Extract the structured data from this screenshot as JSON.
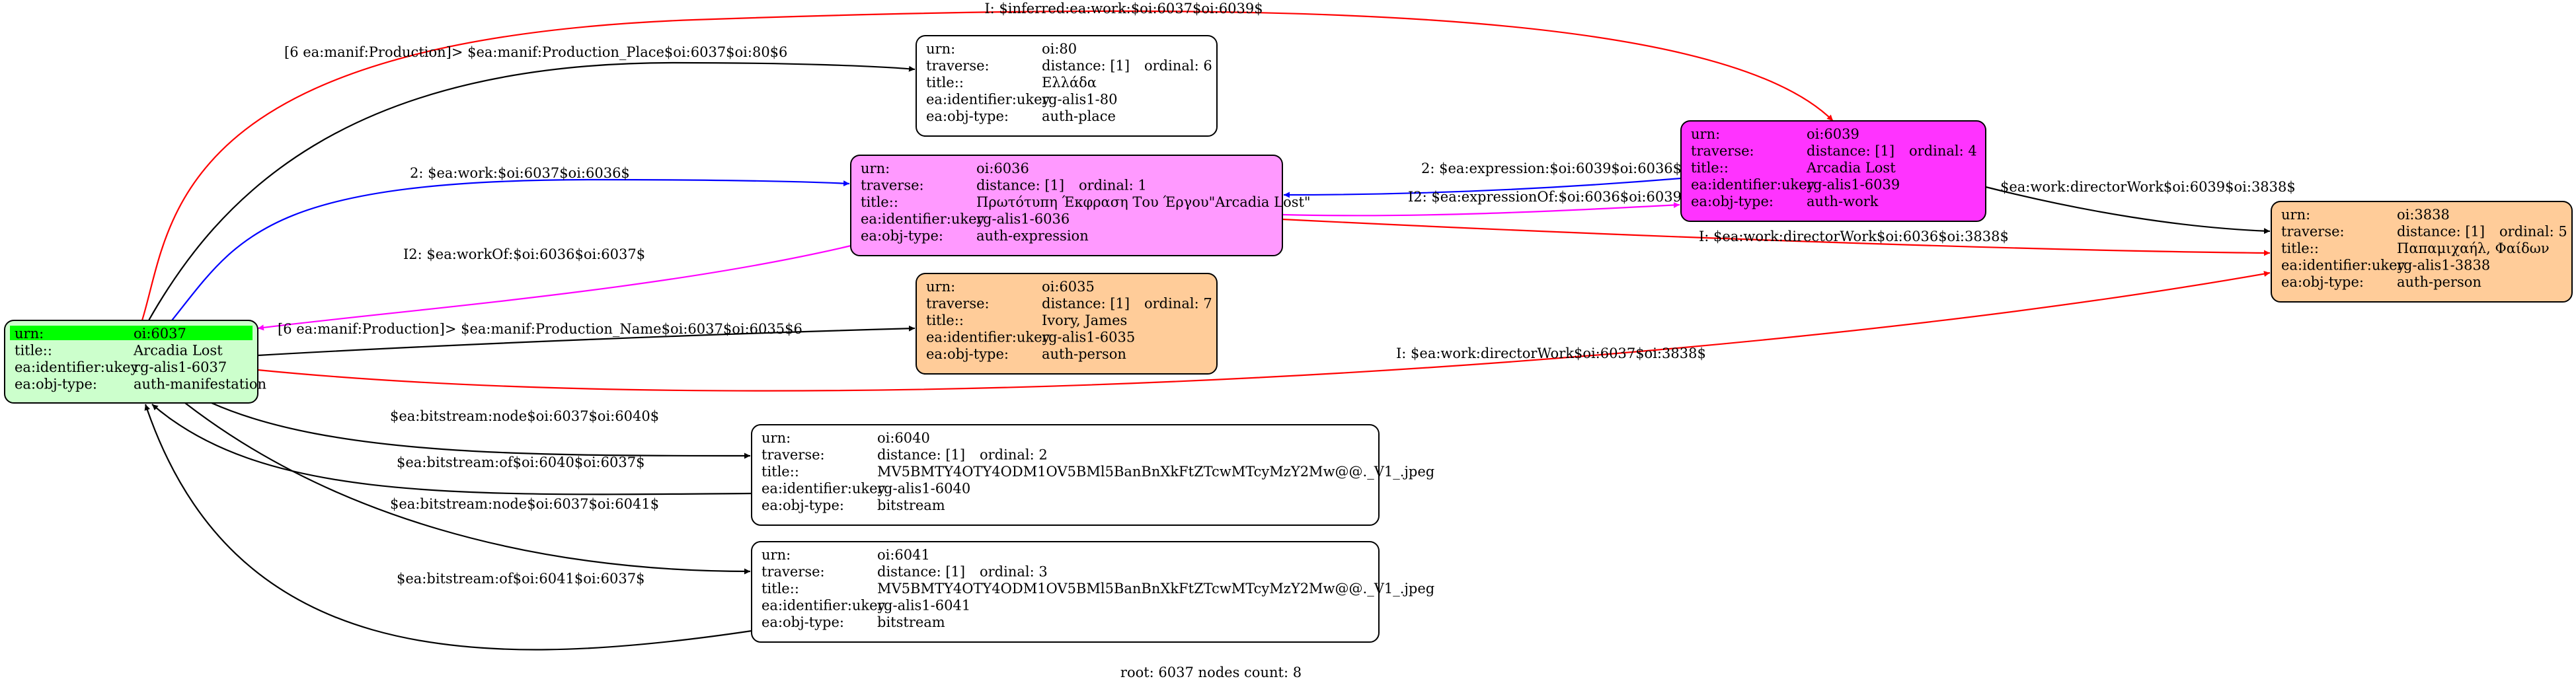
{
  "colors": {
    "default_edge": "#000000",
    "inferred_edge": "#ff0000",
    "expression_edge": "#0000ff",
    "inverse_expression_edge": "#ff00ff",
    "root_header": "#00ff00",
    "root_fill": "#ccffcc",
    "auth_work_fill": "#ff33ff",
    "auth_expression_fill": "#ff99ff",
    "auth_person_fill": "#ffcc99",
    "plain_fill": "#ffffff"
  },
  "nodes": [
    {
      "id": "n6037",
      "fill": "#ccffcc",
      "header_fill": "#00ff00",
      "rows": [
        {
          "key": "urn:",
          "val": "oi:6037"
        },
        {
          "key": "title::",
          "val": "Arcadia Lost"
        },
        {
          "key": "ea:identifier:ukey",
          "val": "rg-alis1-6037"
        },
        {
          "key": "ea:obj-type:",
          "val": "auth-manifestation"
        }
      ]
    },
    {
      "id": "n80",
      "fill": "#ffffff",
      "rows": [
        {
          "key": "urn:",
          "val": "oi:80"
        },
        {
          "key": "traverse:",
          "val": "distance: [1]",
          "extra": "ordinal: 6"
        },
        {
          "key": "title::",
          "val": "Ελλάδα"
        },
        {
          "key": "ea:identifier:ukey",
          "val": "rg-alis1-80"
        },
        {
          "key": "ea:obj-type:",
          "val": "auth-place"
        }
      ]
    },
    {
      "id": "n6036",
      "fill": "#ff99ff",
      "rows": [
        {
          "key": "urn:",
          "val": "oi:6036"
        },
        {
          "key": "traverse:",
          "val": "distance: [1]",
          "extra": "ordinal: 1"
        },
        {
          "key": "title::",
          "val": "Πρωτότυπη Έκφραση Του Έργου\"Arcadia Lost\""
        },
        {
          "key": "ea:identifier:ukey",
          "val": "rg-alis1-6036"
        },
        {
          "key": "ea:obj-type:",
          "val": "auth-expression"
        }
      ]
    },
    {
      "id": "n6039",
      "fill": "#ff33ff",
      "rows": [
        {
          "key": "urn:",
          "val": "oi:6039"
        },
        {
          "key": "traverse:",
          "val": "distance: [1]",
          "extra": "ordinal: 4"
        },
        {
          "key": "title::",
          "val": "Arcadia Lost"
        },
        {
          "key": "ea:identifier:ukey",
          "val": "rg-alis1-6039"
        },
        {
          "key": "ea:obj-type:",
          "val": "auth-work"
        }
      ]
    },
    {
      "id": "n3838",
      "fill": "#ffcc99",
      "rows": [
        {
          "key": "urn:",
          "val": "oi:3838"
        },
        {
          "key": "traverse:",
          "val": "distance: [1]",
          "extra": "ordinal: 5"
        },
        {
          "key": "title::",
          "val": "Παπαμιχαήλ, Φαίδων"
        },
        {
          "key": "ea:identifier:ukey",
          "val": "rg-alis1-3838"
        },
        {
          "key": "ea:obj-type:",
          "val": "auth-person"
        }
      ]
    },
    {
      "id": "n6035",
      "fill": "#ffcc99",
      "rows": [
        {
          "key": "urn:",
          "val": "oi:6035"
        },
        {
          "key": "traverse:",
          "val": "distance: [1]",
          "extra": "ordinal: 7"
        },
        {
          "key": "title::",
          "val": "Ivory, James"
        },
        {
          "key": "ea:identifier:ukey",
          "val": "rg-alis1-6035"
        },
        {
          "key": "ea:obj-type:",
          "val": "auth-person"
        }
      ]
    },
    {
      "id": "n6040",
      "fill": "#ffffff",
      "rows": [
        {
          "key": "urn:",
          "val": "oi:6040"
        },
        {
          "key": "traverse:",
          "val": "distance: [1]",
          "extra": "ordinal: 2"
        },
        {
          "key": "title::",
          "val": "MV5BMTY4OTY4ODM1OV5BMl5BanBnXkFtZTcwMTcyMzY2Mw@@._V1_.jpeg"
        },
        {
          "key": "ea:identifier:ukey",
          "val": "rg-alis1-6040"
        },
        {
          "key": "ea:obj-type:",
          "val": "bitstream"
        }
      ]
    },
    {
      "id": "n6041",
      "fill": "#ffffff",
      "rows": [
        {
          "key": "urn:",
          "val": "oi:6041"
        },
        {
          "key": "traverse:",
          "val": "distance: [1]",
          "extra": "ordinal: 3"
        },
        {
          "key": "title::",
          "val": "MV5BMTY4OTY4ODM1OV5BMl5BanBnXkFtZTcwMTcyMzY2Mw@@._V1_.jpeg"
        },
        {
          "key": "ea:identifier:ukey",
          "val": "rg-alis1-6041"
        },
        {
          "key": "ea:obj-type:",
          "val": "bitstream"
        }
      ]
    }
  ],
  "edges": [
    {
      "id": "e1",
      "color": "#ff0000",
      "label": "I: $inferred:ea:work:$oi:6037$oi:6039$"
    },
    {
      "id": "e2",
      "color": "#000000",
      "label": "[6 ea:manif:Production]> $ea:manif:Production_Place$oi:6037$oi:80$6"
    },
    {
      "id": "e3",
      "color": "#0000ff",
      "label": "2: $ea:work:$oi:6037$oi:6036$"
    },
    {
      "id": "e4",
      "color": "#ff00ff",
      "label": "I2: $ea:workOf:$oi:6036$oi:6037$"
    },
    {
      "id": "e5",
      "color": "#000000",
      "label": "[6 ea:manif:Production]> $ea:manif:Production_Name$oi:6037$oi:6035$6"
    },
    {
      "id": "e6",
      "color": "#0000ff",
      "label": "2: $ea:expression:$oi:6039$oi:6036$"
    },
    {
      "id": "e7",
      "color": "#ff00ff",
      "label": "I2: $ea:expressionOf:$oi:6036$oi:6039$"
    },
    {
      "id": "e8",
      "color": "#000000",
      "label": "$ea:work:directorWork$oi:6039$oi:3838$"
    },
    {
      "id": "e9",
      "color": "#ff0000",
      "label": "I: $ea:work:directorWork$oi:6036$oi:3838$"
    },
    {
      "id": "e10",
      "color": "#ff0000",
      "label": "I: $ea:work:directorWork$oi:6037$oi:3838$"
    },
    {
      "id": "e11",
      "color": "#000000",
      "label": "$ea:bitstream:node$oi:6037$oi:6040$"
    },
    {
      "id": "e12",
      "color": "#000000",
      "label": "$ea:bitstream:of$oi:6040$oi:6037$"
    },
    {
      "id": "e13",
      "color": "#000000",
      "label": "$ea:bitstream:node$oi:6037$oi:6041$"
    },
    {
      "id": "e14",
      "color": "#000000",
      "label": "$ea:bitstream:of$oi:6041$oi:6037$"
    }
  ],
  "footer": "root: 6037 nodes count: 8"
}
